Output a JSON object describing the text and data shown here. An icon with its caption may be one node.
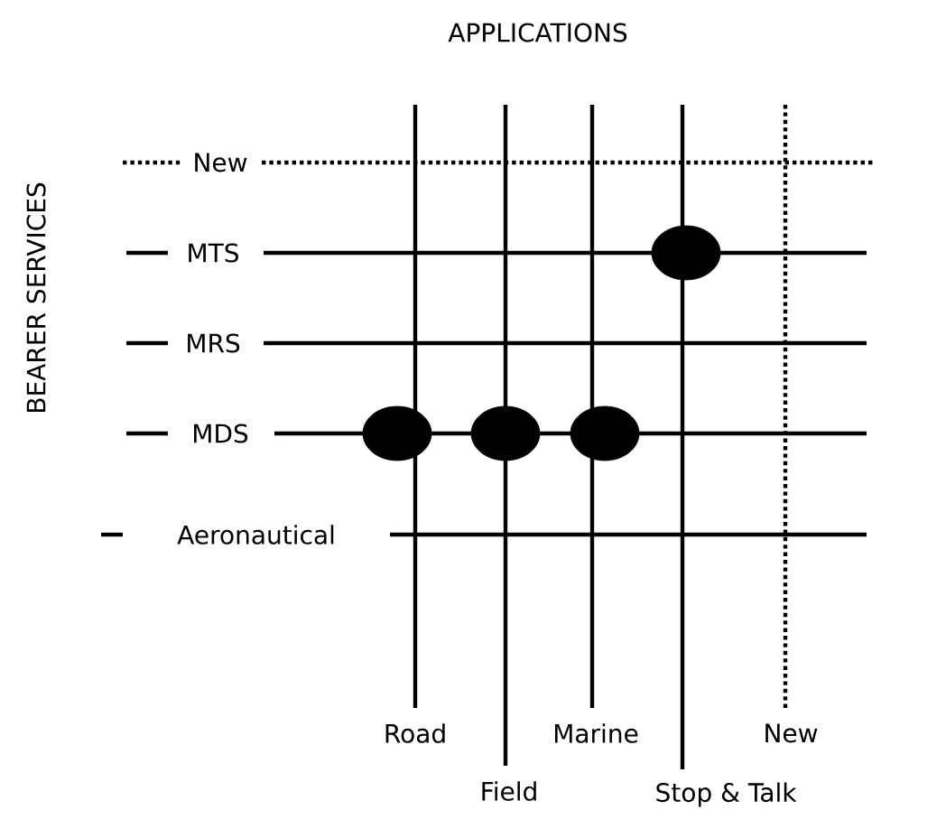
{
  "diagram": {
    "nodes": [
      {
        "text": [],
        "shape": "circle"
      },
      {
        "text": [],
        "shape": "circle"
      },
      {
        "text": [],
        "shape": "circle"
      },
      {
        "text": [],
        "shape": "circle"
      }
    ],
    "labels": [
      "APPLICATIONS",
      "BEARER SERVICES",
      "New",
      "MTS",
      "MRS",
      "MDS",
      "Aeronautical",
      "Road",
      "Marine",
      "New",
      "Field",
      "Stop & Talk"
    ]
  }
}
